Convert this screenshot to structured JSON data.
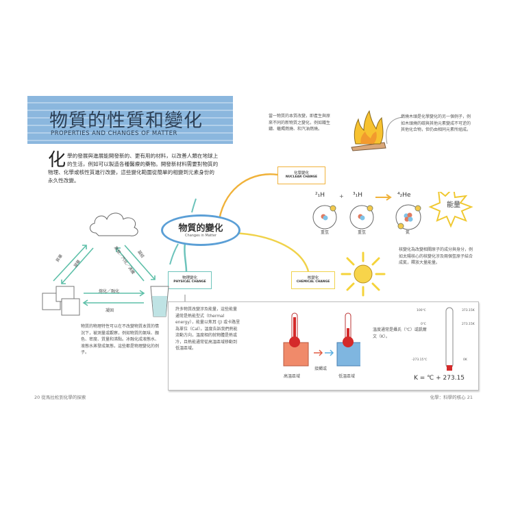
{
  "header": {
    "title_zh": "物質的性質和變化",
    "title_en": "PROPERTIES AND CHANGES OF MATTER"
  },
  "intro": {
    "dropcap": "化",
    "text": "學的發展與進展能開發新的、更有用的材料，以改善人類在地球上的生活，例如可以製造各種醫療的藥物。開發新材料需要對物質的物理、化學或核性質進行改變，這些變化範圍從簡單的相變到元素身份的永久性改變。"
  },
  "fire_note": "當一物質的本質改變，即產生與原來不同的新物質之變化，例如鐵生鏽、蠟燭燃燒、和汽油燃燒。",
  "wood_note": "燃燒木頭是化學變化的另一個例子，例如木頭燒的碳與其他元素變成不可逆的其他化合物，但仍由相同元素所組成。",
  "mindmap": {
    "center_zh": "物質的變化",
    "center_en": "Changes in Matter",
    "physical": {
      "zh": "物理變化",
      "en": "PHYSICAL CHANGE"
    },
    "chemical": {
      "zh": "核變化",
      "en": "CHEMICAL CHANGE"
    },
    "nuclear": {
      "zh": "化學變化",
      "en": "NUCLEAR CHANGE"
    }
  },
  "phase_diagram": {
    "sublimation": "昇華",
    "deposition": "凝華",
    "evaporation": "蒸發／汽化／沸騰",
    "condensation": "凝結",
    "melting": "熔化／融化",
    "freezing": "凝固"
  },
  "physical_note": "物質的物理特性可以在不改變物質本質的情況下，被測量或觀察，例如物質的氣味、顏色、密度、質量和沸點。冰融化成液態水、液態水蒸發成氣態，這些都是物理變化的例子。",
  "fusion": {
    "h1": "²₁H",
    "plus": "+",
    "h2": "³₁H",
    "he": "⁴₂He",
    "energy": "能量",
    "label_h1": "重氫",
    "label_h2": "重氫",
    "label_he": "氦"
  },
  "nuclear_note": "核變化為改變相關原子的成分與身分，例如太陽核心的核變化涉及兩個氫原子結合成氦，釋放大量能量。",
  "heat": {
    "text": "許多物質改變涉及能量，這些能量通常是熱能型式（thermal energy），能量以焦耳 (J) 或卡路里為單位（Cal）。溫度告訴我們熱能流動方向，溫度相的就物體是熱或冷，且熱能通常從高溫區域移動到低溫區域。",
    "hot_label": "高溫區域",
    "cold_label": "低溫區域",
    "arrow_label": "接觸或",
    "unit_note": "溫度通常是攝氏（℃）或凱爾文（K）。",
    "scale": {
      "c_100": "100℃",
      "k_373": "373.15K",
      "c_0": "0℃",
      "k_273": "273.15K",
      "c_neg": "-273.15℃",
      "k_0": "0K"
    },
    "formula": "K = ℃ + 273.15"
  },
  "footer": {
    "left": "20  從馬拉松到化學的探索",
    "right": "化學：科學的核心  21"
  }
}
